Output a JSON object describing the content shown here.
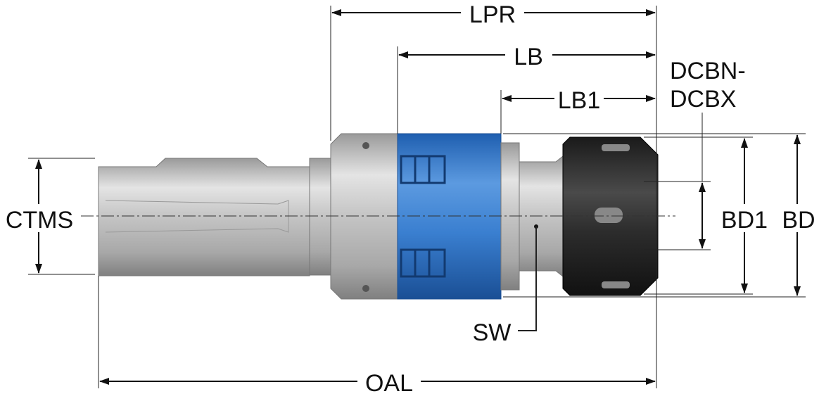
{
  "labels": {
    "lpr": "LPR",
    "lb": "LB",
    "lb1": "LB1",
    "dcbn": "DCBN-",
    "dcbx": "DCBX",
    "ctms": "CTMS",
    "bd1": "BD1",
    "bd": "BD",
    "sw": "SW",
    "oal": "OAL"
  },
  "colors": {
    "sleeve": "#3a7fd0",
    "steel": "#b8b8b8",
    "nut": "#2a2a2a"
  }
}
